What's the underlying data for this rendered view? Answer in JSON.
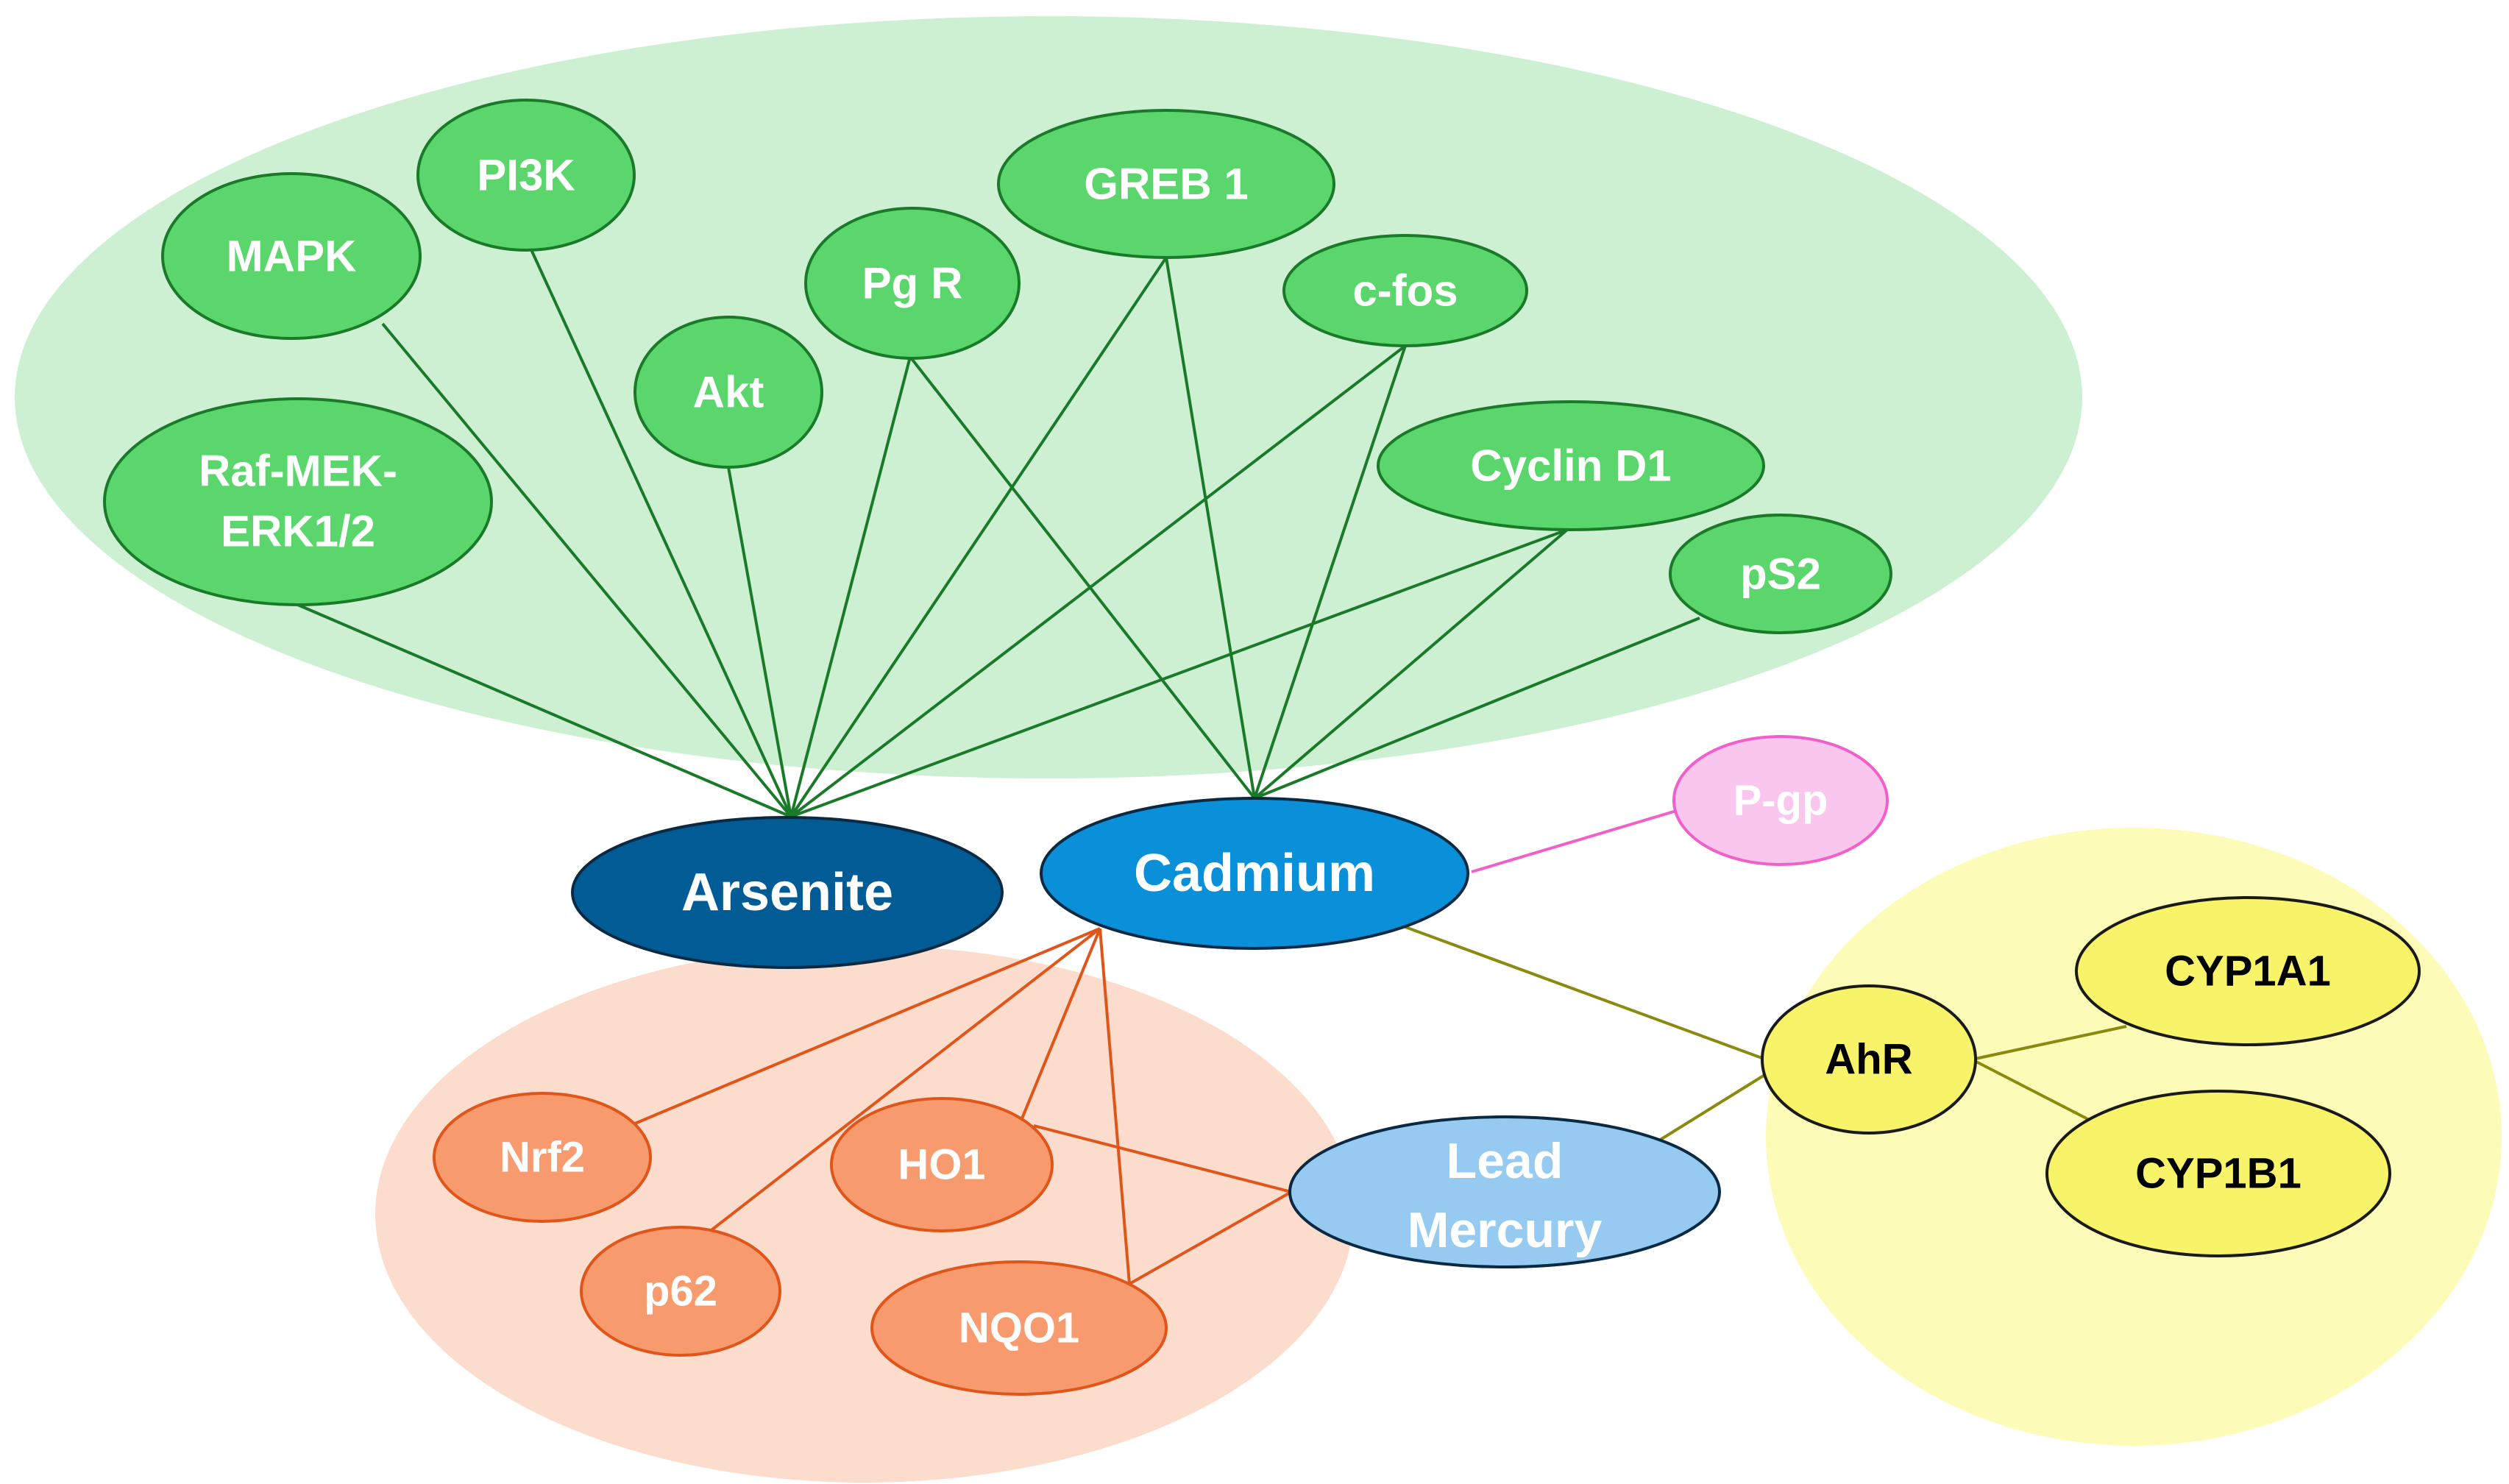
{
  "nodes": {
    "mapk": "MAPK",
    "pi3k": "PI3K",
    "raf_line1": "Raf-MEK-",
    "raf_line2": "ERK1/2",
    "akt": "Akt",
    "pgr": "Pg R",
    "greb1": "GREB 1",
    "cfos": "c-fos",
    "cyclind1": "Cyclin D1",
    "ps2": "pS2",
    "arsenite": "Arsenite",
    "cadmium": "Cadmium",
    "pgp": "P-gp",
    "nrf2": "Nrf2",
    "ho1": "HO1",
    "p62": "p62",
    "nqo1": "NQO1",
    "lead_line1": "Lead",
    "lead_line2": "Mercury",
    "ahr": "AhR",
    "cyp1a1": "CYP1A1",
    "cyp1b1": "CYP1B1"
  },
  "colors": {
    "green_region": "#cdf0d2",
    "green_node": "#5ad66c",
    "green_edge": "#1a7a2a",
    "arsenite": "#015c96",
    "cadmium": "#0a90d8",
    "pgp_fill": "#f9c6ee",
    "pgp_edge": "#f060c8",
    "orange_region": "#fcdccd",
    "orange_node": "#f79a6e",
    "orange_edge": "#e0551a",
    "lead_fill": "#96caf0",
    "yellow_region": "#fdfbb8",
    "yellow_node": "#f8f46a",
    "olive_edge": "#8a8a10"
  }
}
